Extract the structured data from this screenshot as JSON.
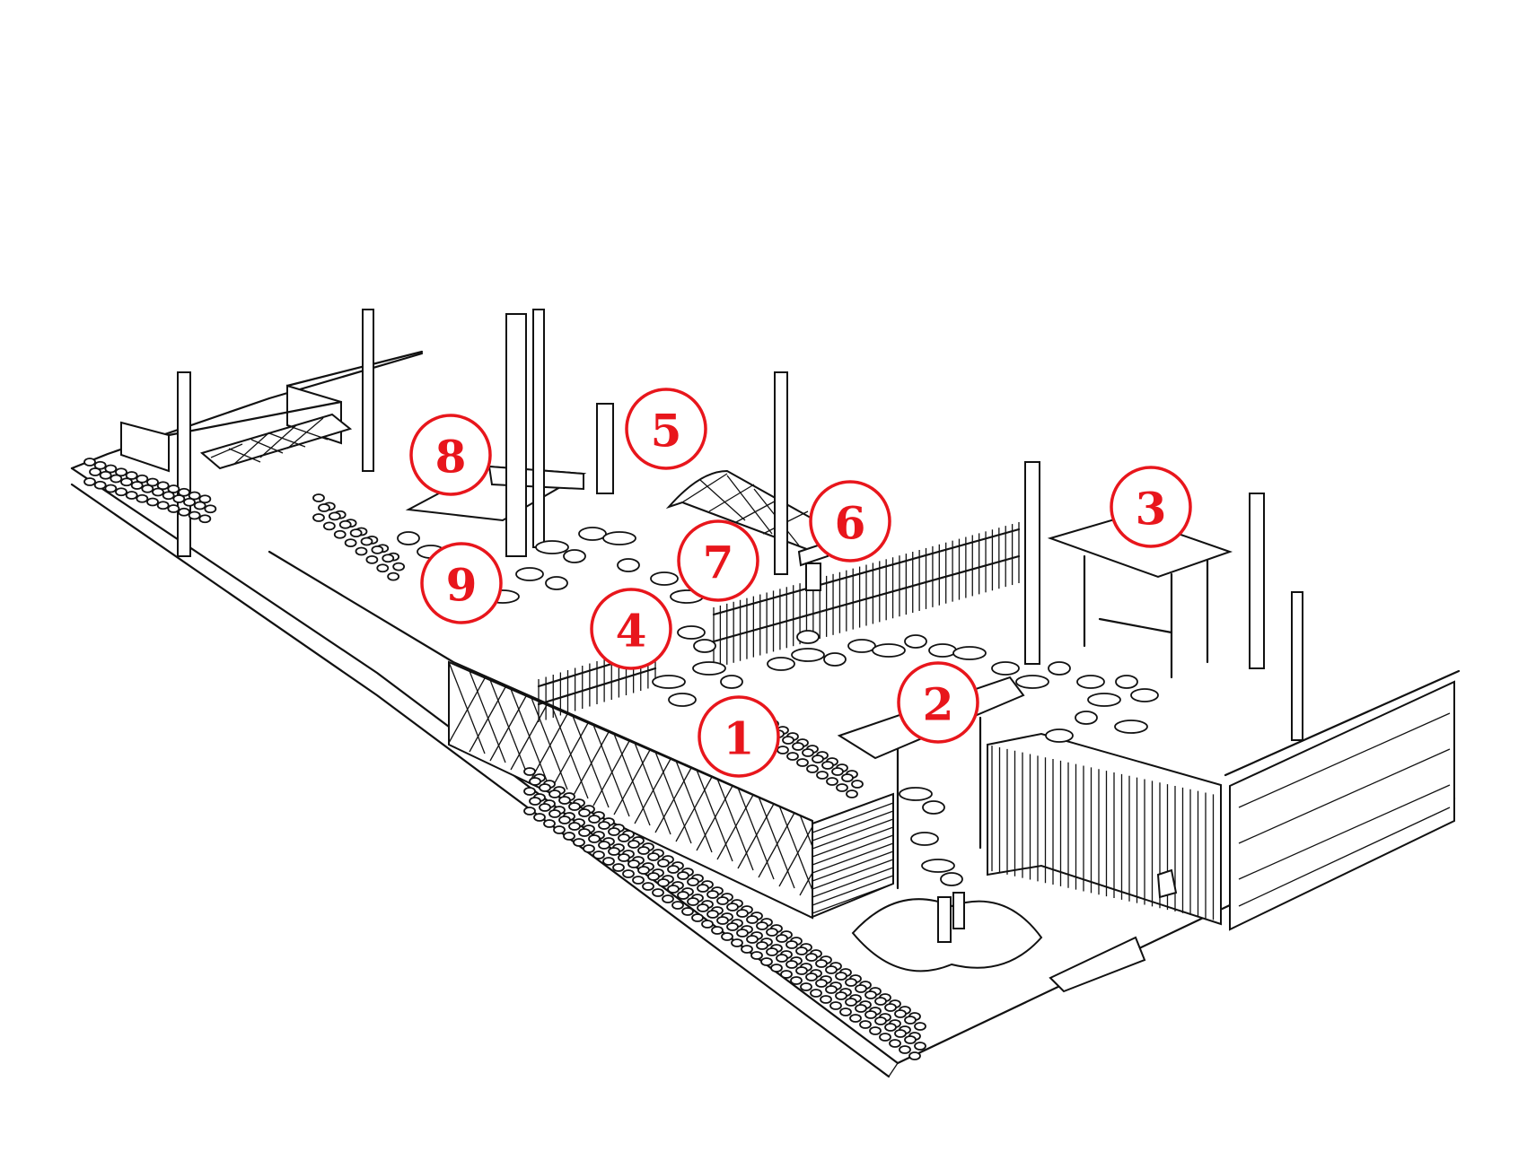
{
  "diagram": {
    "colors": {
      "marker": "#e8161c",
      "ink": "#111111",
      "paper": "#ffffff"
    },
    "markers": [
      {
        "id": "1",
        "label": "1"
      },
      {
        "id": "2",
        "label": "2"
      },
      {
        "id": "3",
        "label": "3"
      },
      {
        "id": "4",
        "label": "4"
      },
      {
        "id": "5",
        "label": "5"
      },
      {
        "id": "6",
        "label": "6"
      },
      {
        "id": "7",
        "label": "7"
      },
      {
        "id": "8",
        "label": "8"
      },
      {
        "id": "9",
        "label": "9"
      }
    ]
  }
}
